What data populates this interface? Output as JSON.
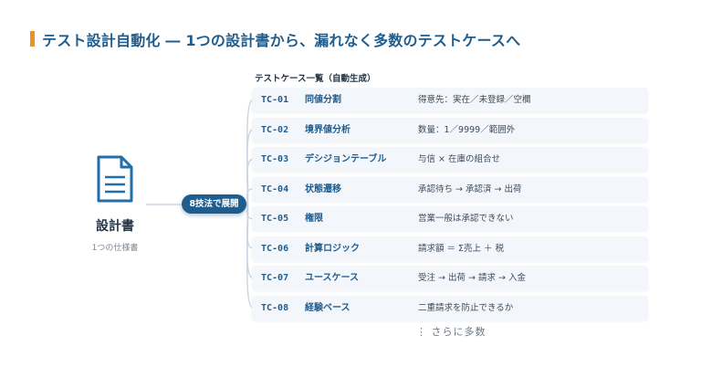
{
  "header": {
    "title": "テスト設計自動化 ― 1つの設計書から、漏れなく多数のテストケースへ"
  },
  "source": {
    "icon": "document-icon",
    "label": "設計書",
    "sublabel": "1つの仕様書"
  },
  "expand_label": "8技法で展開",
  "list": {
    "header": "テストケース一覧（自動生成）",
    "items": [
      {
        "id": "TC-01",
        "name": "同値分割",
        "desc": "得意先：実在／未登録／空欄"
      },
      {
        "id": "TC-02",
        "name": "境界値分析",
        "desc": "数量：1／9999／範囲外"
      },
      {
        "id": "TC-03",
        "name": "デシジョンテーブル",
        "desc": "与信 × 在庫の組合せ"
      },
      {
        "id": "TC-04",
        "name": "状態遷移",
        "desc": "承認待ち → 承認済 → 出荷"
      },
      {
        "id": "TC-05",
        "name": "権限",
        "desc": "営業一般は承認できない"
      },
      {
        "id": "TC-06",
        "name": "計算ロジック",
        "desc": "請求額 ＝ Σ売上 ＋ 税"
      },
      {
        "id": "TC-07",
        "name": "ユースケース",
        "desc": "受注 → 出荷 → 請求 → 入金"
      },
      {
        "id": "TC-08",
        "name": "経験ベース",
        "desc": "二重請求を防止できるか"
      }
    ],
    "more": "⋮  さらに多数"
  },
  "colors": {
    "accent": "#f0901e",
    "primary": "#1f5d8f",
    "connector": "#c9d4df",
    "row_bg": "#f3f6fa"
  }
}
